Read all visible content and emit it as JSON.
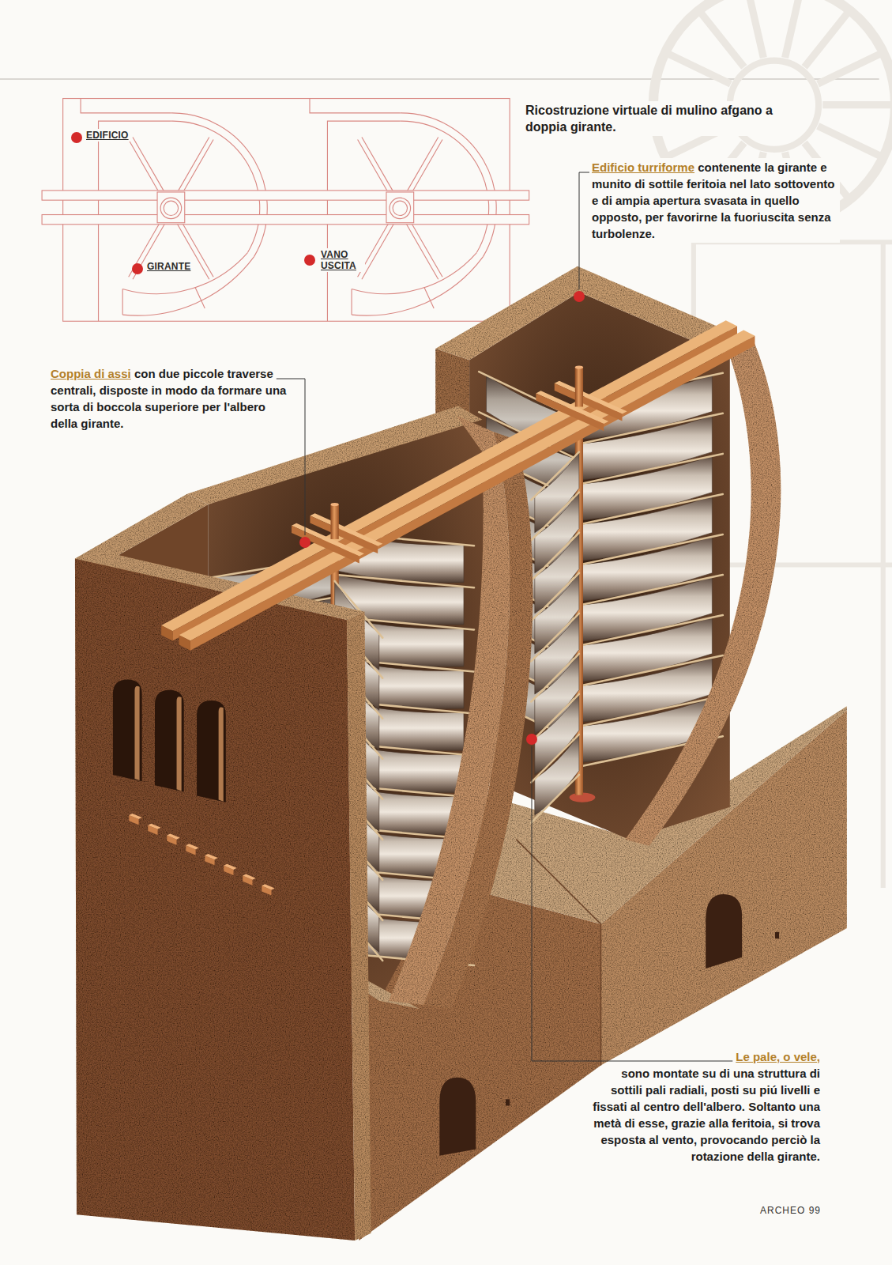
{
  "diagram": {
    "caption": "Ricostruzione virtuale di mulino afgano a doppia girante.",
    "labels": [
      "EDIFICIO",
      "GIRANTE",
      "VANO USCITA",
      "Edificio turriforme",
      "contenente la girante e munito di sottile feritoia nel lato sottovento e di ampia apertura svasata in quello opposto, per favorirne la fuoriuscita senza turbolenze.",
      "Coppia di assi",
      "con due piccole traverse centrali, disposte in modo da formare una sorta di boccola superiore per l'albero della girante.",
      "Le pale, o vele,",
      "sono montate su di una struttura di sottili pali radiali, posti su piú livelli e fissati al centro dell'albero. Soltanto una metà di esse, grazie alla feritoia, si trova esposta al vento, provocando perciò la rotazione della girante.",
      "ARCHEO 99"
    ]
  }
}
